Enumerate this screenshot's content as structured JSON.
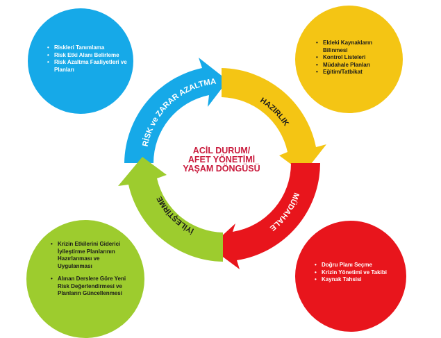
{
  "center": {
    "line1": "ACİL DURUM/",
    "line2": "AFET YÖNETİMİ",
    "line3": "YAŞAM DÖNGÜSÜ"
  },
  "arrows": {
    "risk": "RİSK ve ZARAR AZALTMA",
    "hazirlik": "HAZIRLIK",
    "mudahale": "MÜDAHALE",
    "iyilestirme": "İYİLEŞTİRME"
  },
  "bubbles": {
    "risk": {
      "items": [
        "Riskleri Tanımlama",
        "Risk Etki Alanı Belirleme",
        "Risk Azaltma Faaliyetleri ve Planları"
      ]
    },
    "hazirlik": {
      "items": [
        "Eldeki Kaynakların Bilinmesi",
        "Kontrol Listeleri",
        "Müdahale Planları",
        "Eğitim/Tatbikat"
      ]
    },
    "iyilestirme": {
      "items": [
        "Krizin Etkilerini Giderici İyileştirme Planlarının Hazırlanması ve Uygulanması",
        "Alınan Derslere Göre Yeni Risk Değerlendirmesi ve Planların Güncellenmesi"
      ]
    },
    "mudahale": {
      "items": [
        "Doğru Planı Seçme",
        "Krizin Yönetimi ve Takibi",
        "Kaynak Tahsisi"
      ]
    }
  },
  "colors": {
    "blue": "#16A9E8",
    "yellow": "#F4C514",
    "red": "#E8151C",
    "green": "#9DCC2E",
    "title": "#C91A3C"
  }
}
